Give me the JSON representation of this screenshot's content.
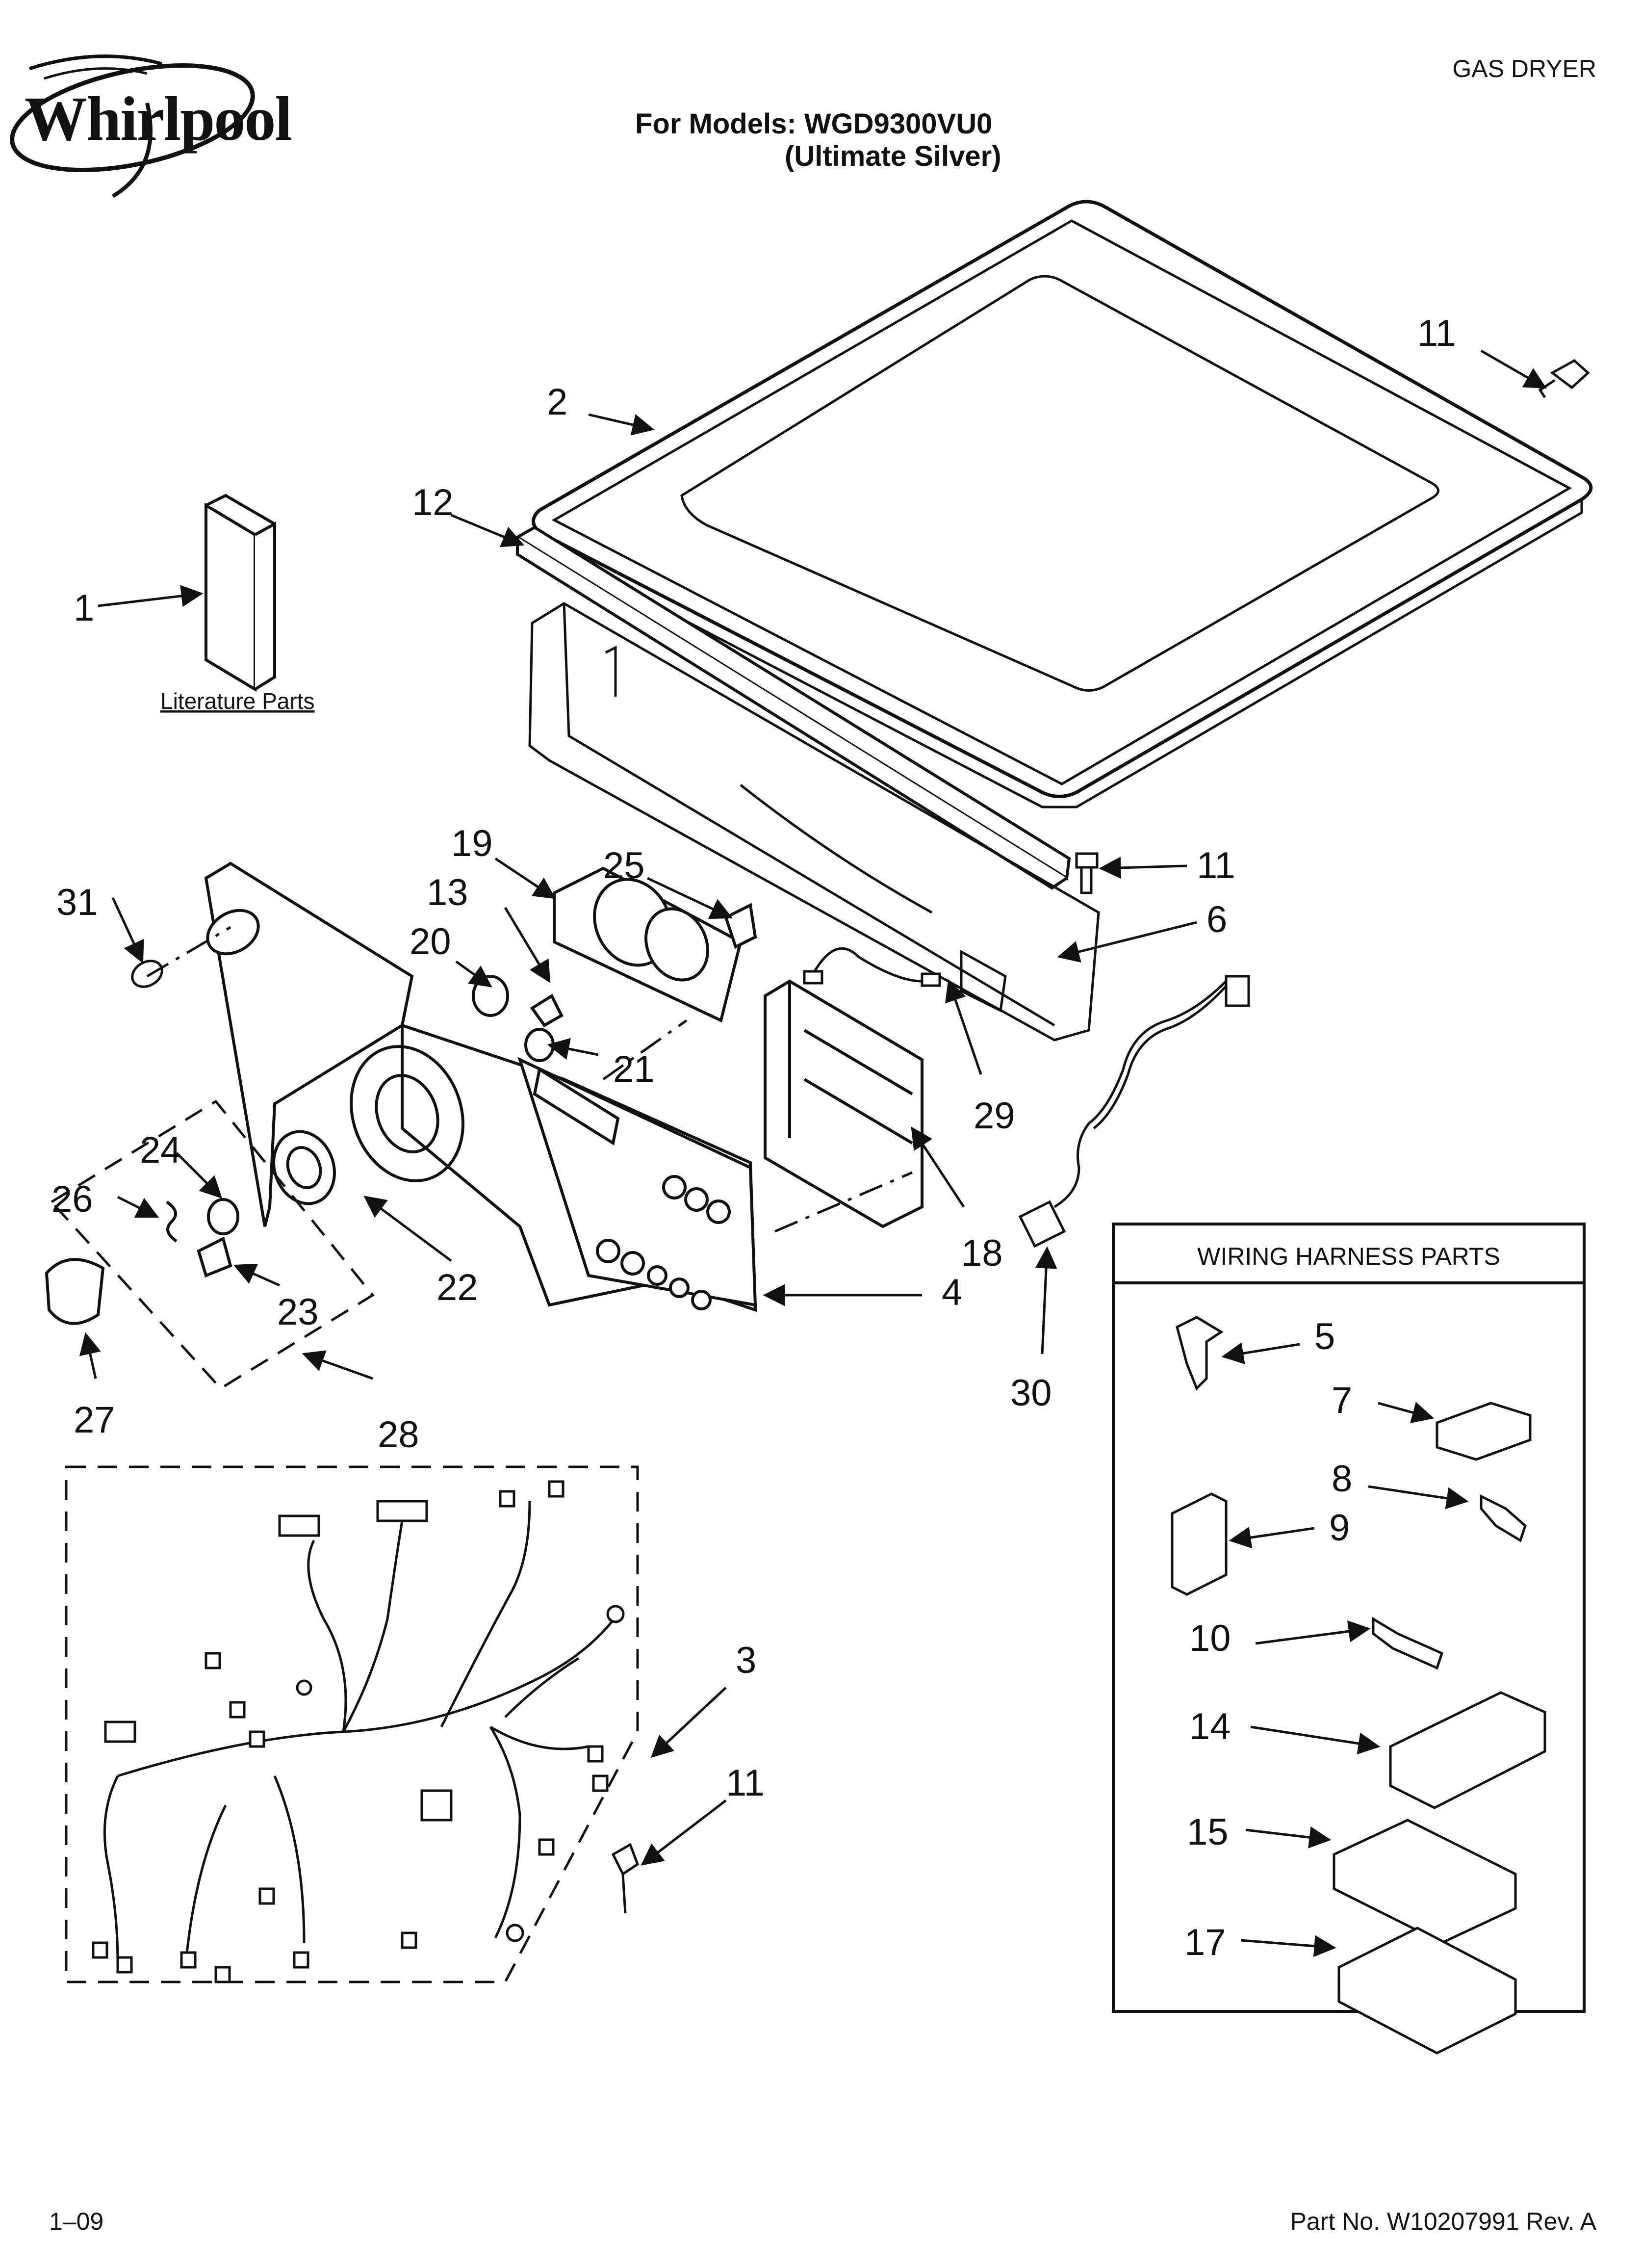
{
  "header": {
    "brand": "Whirlpool",
    "product_type": "GAS DRYER",
    "models_line": "For Models: WGD9300VU0",
    "color_line": "(Ultimate Silver)"
  },
  "footer": {
    "date_code": "1–09",
    "part_number": "Part No. W10207991 Rev. A"
  },
  "labels": {
    "literature_parts": "Literature Parts",
    "wiring_harness_parts": "WIRING HARNESS PARTS"
  },
  "callouts": {
    "c1": "1",
    "c2": "2",
    "c3": "3",
    "c4": "4",
    "c5": "5",
    "c6": "6",
    "c7": "7",
    "c8": "8",
    "c9": "9",
    "c10": "10",
    "c11a": "11",
    "c11b": "11",
    "c11c": "11",
    "c12": "12",
    "c13": "13",
    "c14": "14",
    "c15": "15",
    "c17": "17",
    "c18": "18",
    "c19": "19",
    "c20": "20",
    "c21": "21",
    "c22": "22",
    "c23": "23",
    "c24": "24",
    "c25": "25",
    "c26": "26",
    "c27": "27",
    "c28": "28",
    "c29": "29",
    "c30": "30",
    "c31": "31"
  },
  "colors": {
    "ink": "#111111",
    "paper": "#ffffff"
  }
}
